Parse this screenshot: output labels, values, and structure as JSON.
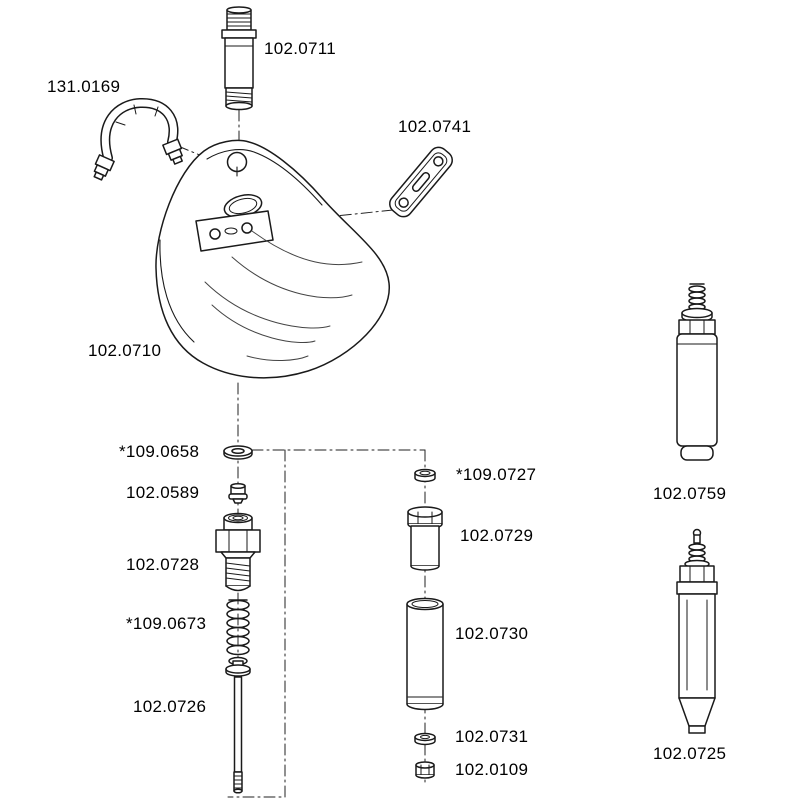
{
  "diagram": {
    "labels": {
      "pipe": "102.0711",
      "hose": "131.0169",
      "bracket": "102.0741",
      "bowl": "102.0710",
      "washer_top": "*109.0658",
      "seat": "102.0589",
      "valve_body": "102.0728",
      "spring": "*109.0673",
      "pin": "102.0726",
      "washer_right": "*109.0727",
      "fitting": "102.0729",
      "tube": "102.0730",
      "washer_small": "102.0731",
      "nut": "102.0109",
      "valve_assembly_a": "102.0759",
      "valve_assembly_b": "102.0725"
    }
  }
}
